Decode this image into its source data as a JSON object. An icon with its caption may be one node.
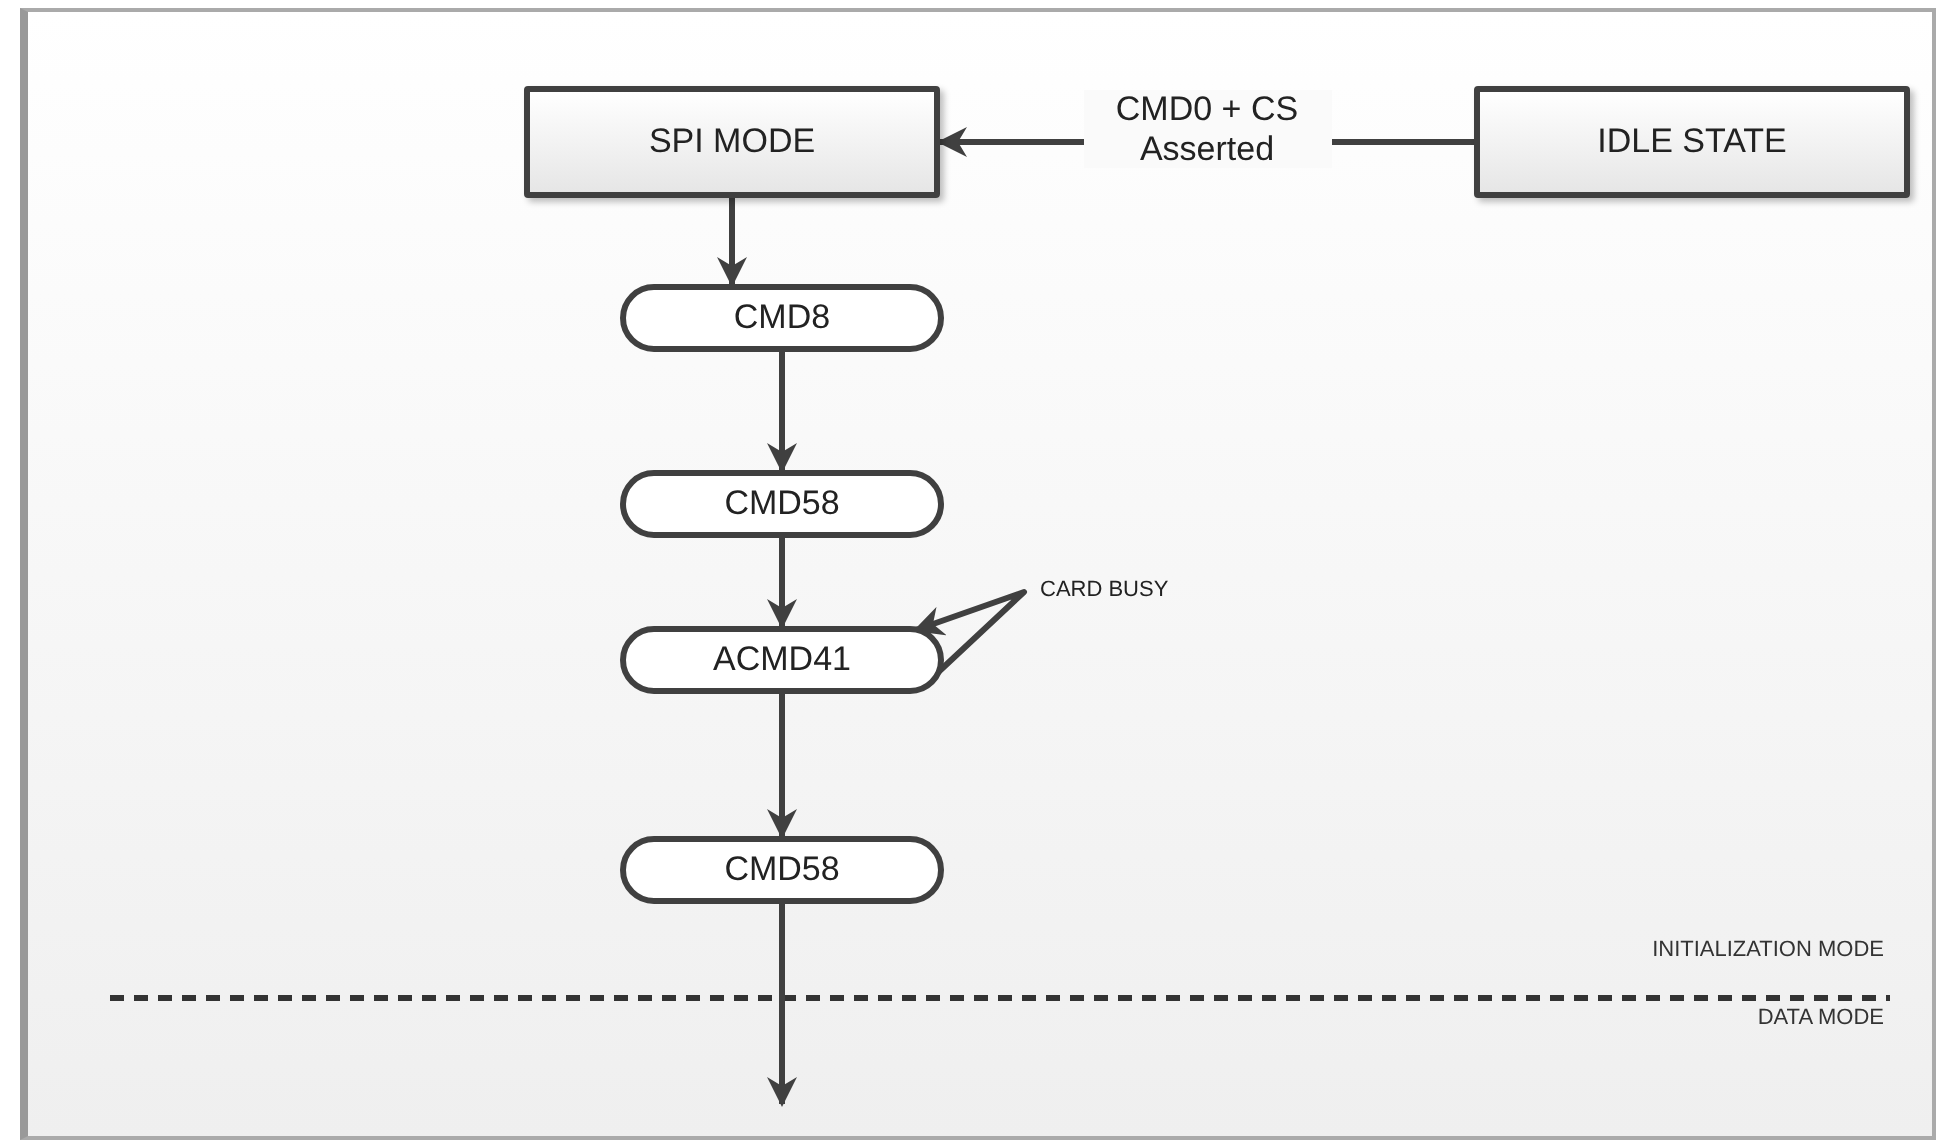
{
  "diagram": {
    "nodes": [
      {
        "text": [
          "SPI MODE"
        ]
      },
      {
        "text": [
          "IDLE STATE"
        ]
      },
      {
        "text": [
          "CMD8"
        ]
      },
      {
        "text": [
          "CMD58"
        ]
      },
      {
        "text": [
          "ACMD41"
        ]
      },
      {
        "text": [
          "CMD58"
        ]
      }
    ],
    "edges": [
      {
        "from": 1,
        "to": 0,
        "arrow": "to",
        "label": "CMD0 + CS Asserted"
      },
      {
        "from": 0,
        "to": 2,
        "arrow": "to"
      },
      {
        "from": 2,
        "to": 3,
        "arrow": "to"
      },
      {
        "from": 3,
        "to": 4,
        "arrow": "to"
      },
      {
        "from": 4,
        "to": 4,
        "arrow": "to",
        "label": "CARD BUSY"
      },
      {
        "from": 4,
        "to": 5,
        "arrow": "to"
      },
      {
        "from": 5,
        "to": null,
        "arrow": "to"
      }
    ],
    "labels": [
      "INITIALIZATION MODE",
      "DATA MODE"
    ]
  }
}
